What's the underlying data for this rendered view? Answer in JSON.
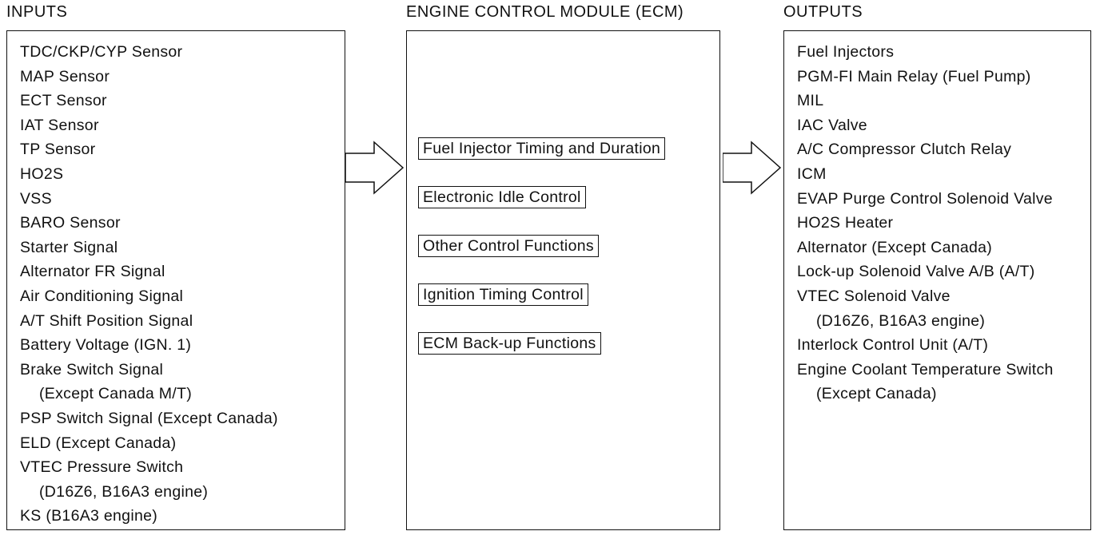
{
  "headings": {
    "inputs": "INPUTS",
    "ecm": "ENGINE CONTROL MODULE (ECM)",
    "outputs": "OUTPUTS"
  },
  "inputs": [
    {
      "text": "TDC/CKP/CYP Sensor",
      "indent": false
    },
    {
      "text": "MAP Sensor",
      "indent": false
    },
    {
      "text": "ECT Sensor",
      "indent": false
    },
    {
      "text": "IAT Sensor",
      "indent": false
    },
    {
      "text": "TP Sensor",
      "indent": false
    },
    {
      "text": "HO2S",
      "indent": false
    },
    {
      "text": "VSS",
      "indent": false
    },
    {
      "text": "BARO Sensor",
      "indent": false
    },
    {
      "text": "Starter Signal",
      "indent": false
    },
    {
      "text": "Alternator FR Signal",
      "indent": false
    },
    {
      "text": "Air Conditioning Signal",
      "indent": false
    },
    {
      "text": "A/T Shift Position Signal",
      "indent": false
    },
    {
      "text": "Battery Voltage (IGN. 1)",
      "indent": false
    },
    {
      "text": "Brake Switch Signal",
      "indent": false
    },
    {
      "text": "(Except Canada M/T)",
      "indent": true
    },
    {
      "text": "PSP Switch Signal (Except Canada)",
      "indent": false
    },
    {
      "text": "ELD (Except Canada)",
      "indent": false
    },
    {
      "text": "VTEC Pressure Switch",
      "indent": false
    },
    {
      "text": "(D16Z6, B16A3 engine)",
      "indent": true
    },
    {
      "text": "KS (B16A3 engine)",
      "indent": false
    }
  ],
  "ecm_functions": [
    "Fuel Injector Timing and Duration",
    "Electronic Idle Control",
    "Other Control Functions",
    "Ignition Timing Control",
    "ECM Back-up Functions"
  ],
  "outputs": [
    {
      "text": "Fuel Injectors",
      "indent": false
    },
    {
      "text": "PGM-FI Main Relay (Fuel Pump)",
      "indent": false
    },
    {
      "text": "MIL",
      "indent": false
    },
    {
      "text": "IAC Valve",
      "indent": false
    },
    {
      "text": "A/C Compressor Clutch Relay",
      "indent": false
    },
    {
      "text": "ICM",
      "indent": false
    },
    {
      "text": "EVAP Purge Control Solenoid Valve",
      "indent": false
    },
    {
      "text": "HO2S Heater",
      "indent": false
    },
    {
      "text": "Alternator (Except Canada)",
      "indent": false
    },
    {
      "text": "Lock-up Solenoid Valve A/B (A/T)",
      "indent": false
    },
    {
      "text": "VTEC Solenoid Valve",
      "indent": false
    },
    {
      "text": "(D16Z6, B16A3 engine)",
      "indent": true
    },
    {
      "text": "Interlock Control Unit (A/T)",
      "indent": false
    },
    {
      "text": "Engine Coolant Temperature Switch",
      "indent": false
    },
    {
      "text": "(Except Canada)",
      "indent": true
    }
  ],
  "colors": {
    "line": "#111111",
    "background": "#ffffff"
  }
}
